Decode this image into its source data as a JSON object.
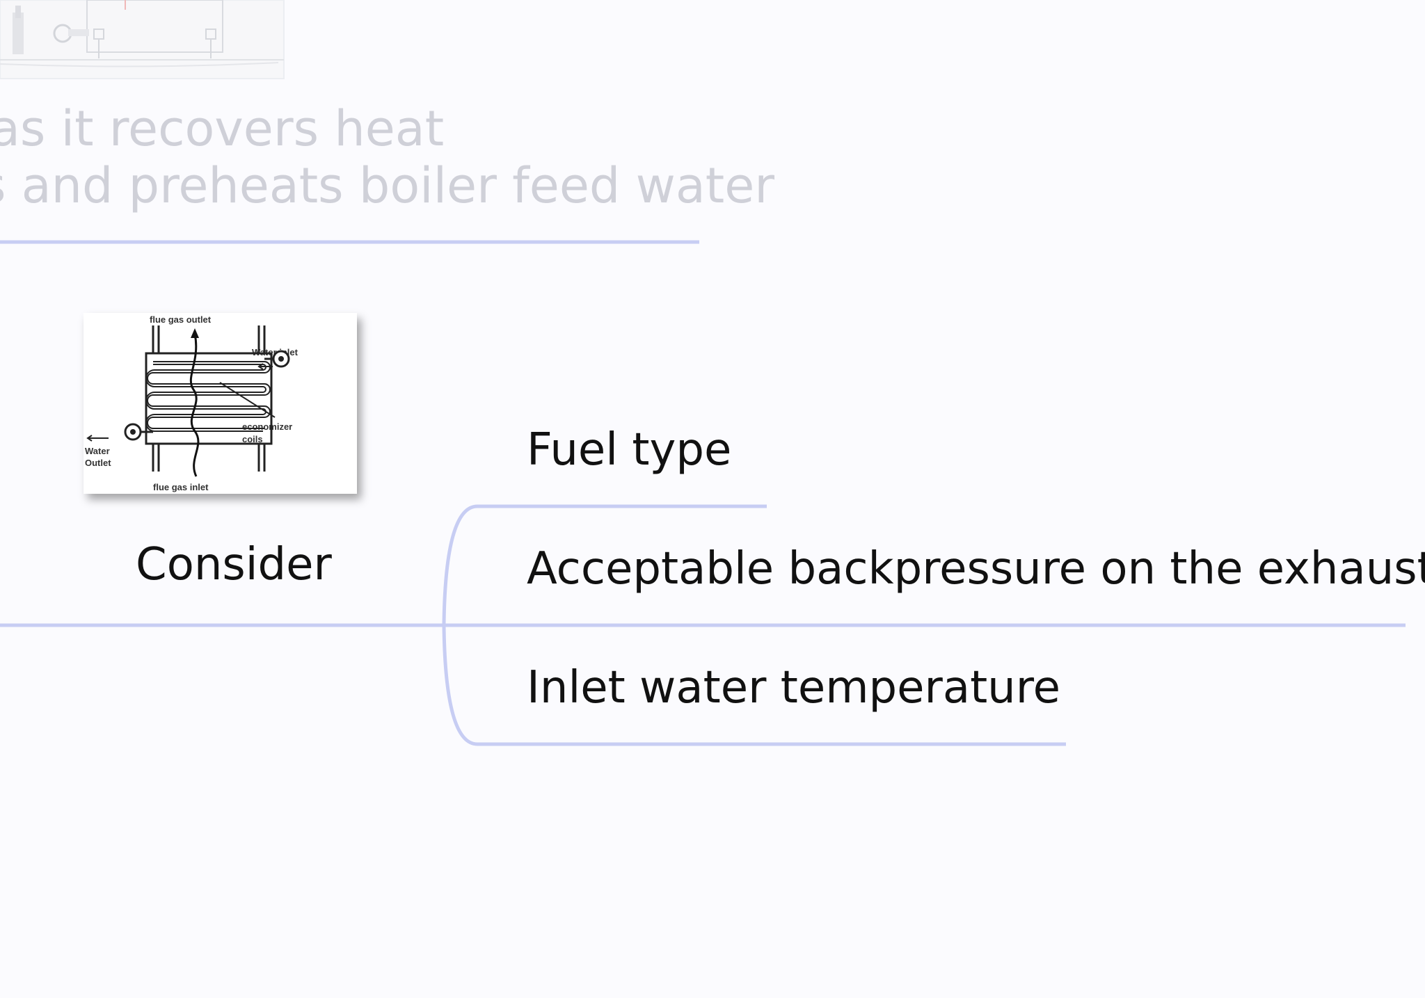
{
  "faded_text": {
    "line1": "as it recovers heat",
    "line2": "s and preheats boiler feed water"
  },
  "diagram": {
    "labels": {
      "flue_gas_outlet": "flue gas outlet",
      "water_inlet": "Water inlet",
      "economizer_coils_1": "economizer",
      "economizer_coils_2": "coils",
      "water_outlet_1": "Water",
      "water_outlet_2": "Outlet",
      "flue_gas_inlet": "flue gas inlet"
    }
  },
  "mindmap": {
    "central": "Consider",
    "branches": [
      "Fuel type",
      "Acceptable backpressure on the exhaust",
      "Inlet water temperature"
    ]
  },
  "colors": {
    "connector": "#c7cdf3",
    "background": "#fbfbfe",
    "text": "#111111",
    "faded_text": "#cfd0d8"
  }
}
